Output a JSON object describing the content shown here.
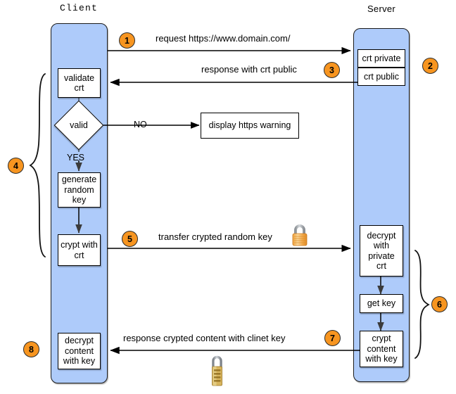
{
  "diagram": {
    "title_client": "Client",
    "title_server": "Server",
    "lanes": [
      {
        "name": "client",
        "label": "Client"
      },
      {
        "name": "server",
        "label": "Server"
      }
    ],
    "client_nodes": [
      {
        "id": "validate-crt",
        "label": "validate\ncrt"
      },
      {
        "id": "valid-decision",
        "label": "valid"
      },
      {
        "id": "generate-random-key",
        "label": "generate\nrandom\nkey"
      },
      {
        "id": "crypt-with-crt",
        "label": "crypt with\ncrt"
      },
      {
        "id": "decrypt-content-with-key",
        "label": "decrypt\ncontent\nwith key"
      }
    ],
    "server_nodes": [
      {
        "id": "crt-private",
        "label": "crt private"
      },
      {
        "id": "crt-public",
        "label": "crt public"
      },
      {
        "id": "decrypt-with-private-crt",
        "label": "decrypt\nwith\nprivate\ncrt"
      },
      {
        "id": "get-key",
        "label": "get key"
      },
      {
        "id": "crypt-content-with-key",
        "label": "crypt\ncontent\nwith key"
      }
    ],
    "external_nodes": [
      {
        "id": "display-https-warning",
        "label": "display https warning"
      }
    ],
    "branch_labels": {
      "no": "NO",
      "yes": "YES"
    },
    "messages": [
      {
        "id": "request",
        "label": "request https://www.domain.com/",
        "badge": "1",
        "direction": "client-to-server"
      },
      {
        "id": "response-crt-public",
        "label": "response with crt public",
        "badge": "3",
        "direction": "server-to-client"
      },
      {
        "id": "transfer-crypted-random-key",
        "label": "transfer crypted random key",
        "badge": "5",
        "direction": "client-to-server"
      },
      {
        "id": "response-crypted-content",
        "label": "response crypted content with clinet key",
        "badge": "7",
        "direction": "server-to-client"
      }
    ],
    "badges": [
      {
        "id": "badge-1",
        "label": "1"
      },
      {
        "id": "badge-2",
        "label": "2"
      },
      {
        "id": "badge-3",
        "label": "3"
      },
      {
        "id": "badge-4",
        "label": "4"
      },
      {
        "id": "badge-5",
        "label": "5"
      },
      {
        "id": "badge-6",
        "label": "6"
      },
      {
        "id": "badge-7",
        "label": "7"
      },
      {
        "id": "badge-8",
        "label": "8"
      }
    ],
    "icons": [
      {
        "id": "padlock-closed-orange",
        "name": "padlock-icon"
      },
      {
        "id": "padlock-combination-brass",
        "name": "combination-padlock-icon"
      }
    ],
    "colors": {
      "lane_fill": "#aecbfa",
      "badge_fill": "#f79520",
      "node_fill": "#ffffff",
      "stroke": "#000000",
      "background": "#ffffff"
    }
  }
}
